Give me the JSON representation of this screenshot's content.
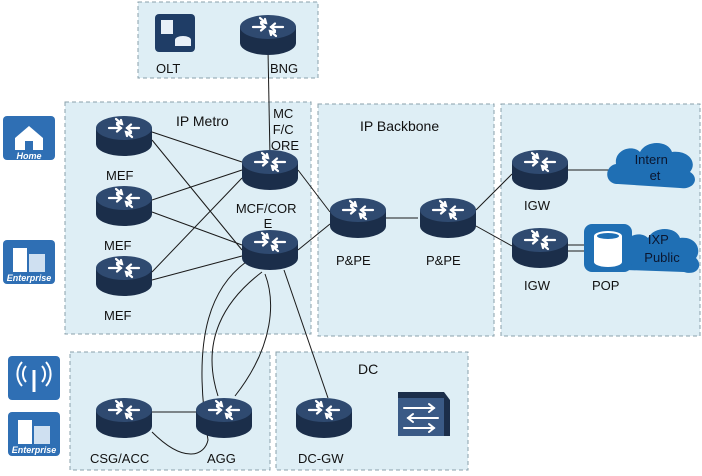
{
  "zones": {
    "ip_metro": "IP Metro",
    "ip_backbone": "IP Backbone",
    "dc": "DC"
  },
  "nodes": {
    "olt": "OLT",
    "bng": "BNG",
    "mef1": "MEF",
    "mef2": "MEF",
    "mef3": "MEF",
    "mcf_core_top": [
      "MC",
      "F/C",
      "ORE"
    ],
    "mcf_core_bottom": [
      "MCF/COR",
      "E"
    ],
    "pe1": "P&PE",
    "pe2": "P&PE",
    "igw1": "IGW",
    "igw2": "IGW",
    "pop": "POP",
    "csg_acc": "CSG/ACC",
    "agg": "AGG",
    "dc_gw": "DC-GW"
  },
  "clouds": {
    "internet": [
      "Intern",
      "et"
    ],
    "ixp": [
      "IXP",
      "Public"
    ]
  },
  "badges": {
    "home": "Home",
    "enterprise1": "Enterprise",
    "enterprise2": "Enterprise"
  },
  "colors": {
    "zone_fill": "#deeef5",
    "zone_border": "#8aa0ab",
    "router_dark": "#1b2e4a",
    "router_light": "#2f4a70",
    "cloud": "#1f6fb4",
    "badge": "#2f6fb4"
  }
}
